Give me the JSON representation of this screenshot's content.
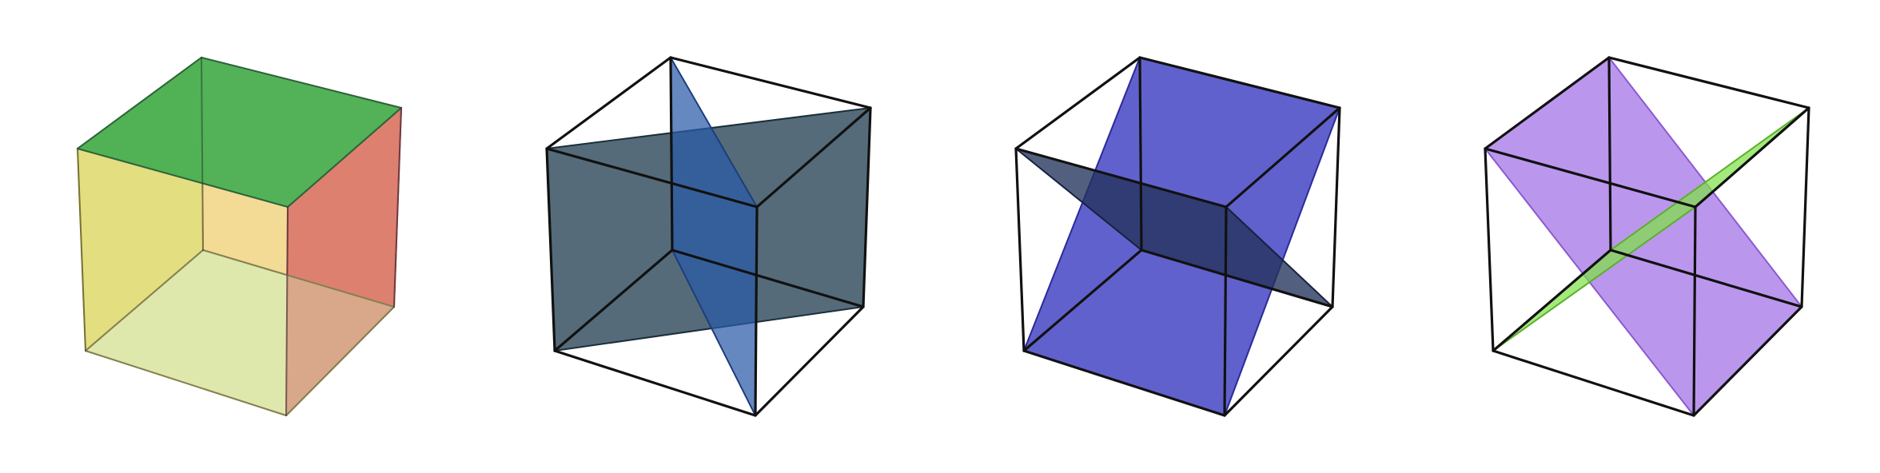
{
  "figure": {
    "panels": [
      {
        "name": "cube-colored-faces",
        "edge_color": "#333333",
        "edge_opacity": 0.45,
        "faces": [
          {
            "name": "left-face",
            "vertices": [
              4,
              5,
              6,
              7
            ],
            "fill": "#d4cc3a",
            "opacity": 0.65,
            "stroke": "#b0a838"
          },
          {
            "name": "bottom-face",
            "vertices": [
              4,
              5,
              1,
              0
            ],
            "fill": "#cfe08a",
            "opacity": 0.7,
            "stroke": "#c8c070"
          },
          {
            "name": "back-face",
            "vertices": [
              5,
              6,
              2,
              1
            ],
            "fill": "#f0d27a",
            "opacity": 0.8,
            "stroke": "#b8a860"
          },
          {
            "name": "right-face",
            "vertices": [
              0,
              1,
              2,
              3
            ],
            "fill": "#d2505a",
            "opacity": 0.65,
            "stroke": "#a04050"
          },
          {
            "name": "top-face",
            "vertices": [
              6,
              7,
              3,
              2
            ],
            "fill": "#2fa84a",
            "opacity": 0.82,
            "stroke": "#2a8a44"
          }
        ],
        "front_overlays": [
          {
            "name": "front-bottom-overlay",
            "vertices": [
              4,
              0,
              1,
              5
            ],
            "fill": "#e0e8b0",
            "opacity": 0.35,
            "stroke": "#c8c070"
          }
        ]
      },
      {
        "name": "cube-two-planes",
        "edge_color": "#111111",
        "edge_opacity": 1,
        "faces": [
          {
            "name": "horizontal-diagonal-plane",
            "vertices": [
              4,
              7,
              2,
              1
            ],
            "fill": "#2f4a5c",
            "opacity": 0.82,
            "stroke": "#1c2e3a"
          },
          {
            "name": "vertical-diagonal-plane",
            "vertices": [
              6,
              5,
              0,
              3
            ],
            "fill": "#2a5aa8",
            "opacity": 0.72,
            "stroke": "#1c3e7a"
          }
        ],
        "front_overlays": []
      },
      {
        "name": "cube-two-planes-blue",
        "edge_color": "#111111",
        "edge_opacity": 1,
        "faces": [
          {
            "name": "blue-diagonal-plane",
            "vertices": [
              4,
              6,
              2,
              0
            ],
            "fill": "#3a3ac0",
            "opacity": 0.8,
            "stroke": "#2a2a9a"
          },
          {
            "name": "dark-diagonal-plane",
            "vertices": [
              7,
              5,
              1,
              3
            ],
            "fill": "#22325a",
            "opacity": 0.78,
            "stroke": "#16213e"
          }
        ],
        "front_overlays": []
      },
      {
        "name": "cube-two-planes-purple",
        "edge_color": "#111111",
        "edge_opacity": 1,
        "faces": [
          {
            "name": "purple-diagonal-plane",
            "vertices": [
              7,
              6,
              1,
              0
            ],
            "fill": "#a878e8",
            "opacity": 0.78,
            "stroke": "#8a5ad0"
          },
          {
            "name": "green-diagonal-plane",
            "vertices": [
              4,
              5,
              2,
              3
            ],
            "fill": "#80e048",
            "opacity": 0.72,
            "stroke": "#5ab02a"
          }
        ],
        "front_overlays": []
      }
    ]
  }
}
